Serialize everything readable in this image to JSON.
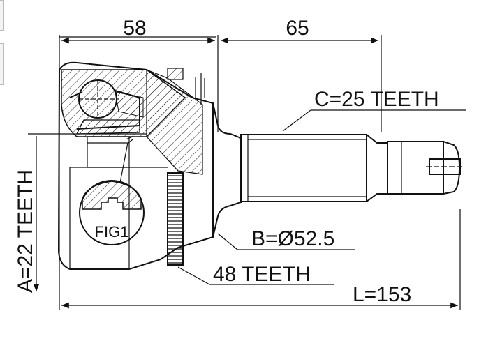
{
  "diagram": {
    "dim_top_left": "58",
    "dim_top_right": "65",
    "label_spline_outer": "C=25 TEETH",
    "label_spline_inner": "A=22 TEETH",
    "label_seal_diameter": "B=Ø52.5",
    "label_abs_ring": "48 TEETH",
    "label_total_length": "L=153",
    "label_detail": "FIG1"
  }
}
